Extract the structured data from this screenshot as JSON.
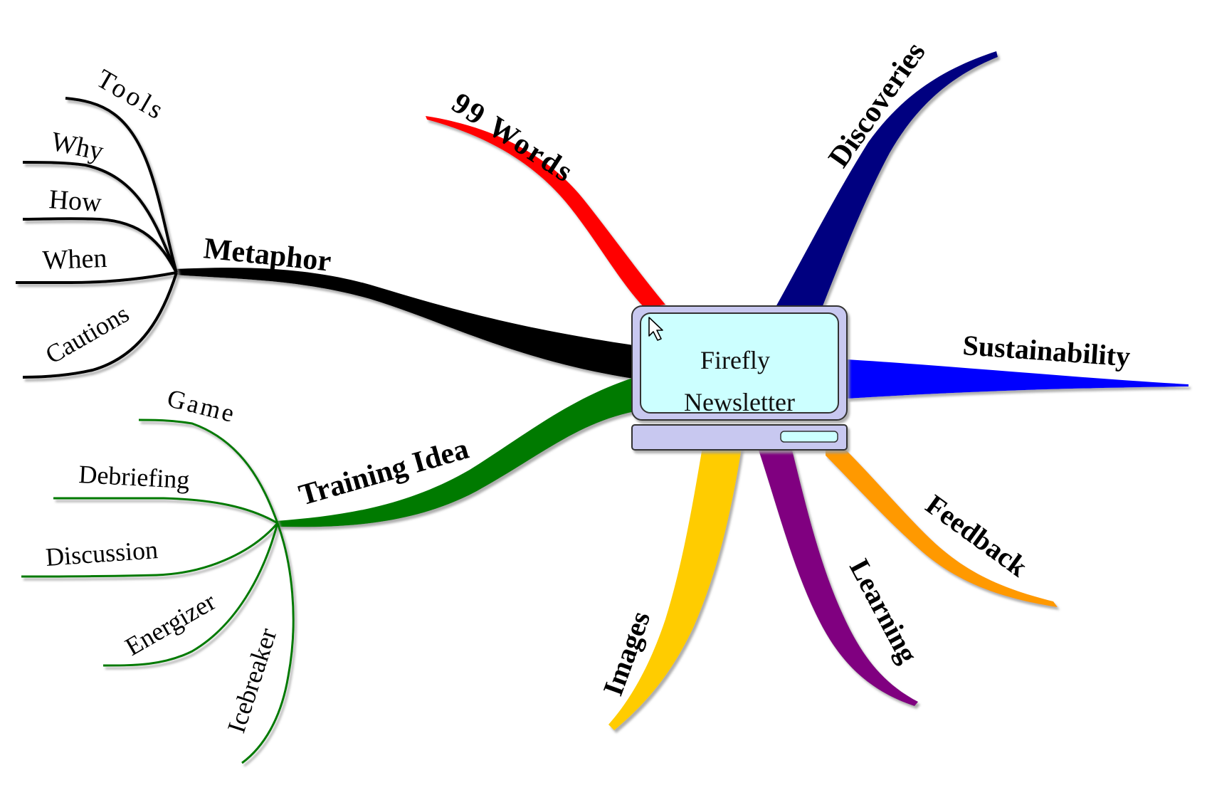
{
  "center": {
    "line1": "Firefly",
    "line2": "Newsletter",
    "icon": "laptop-icon",
    "cursor_icon": "mouse-cursor-icon"
  },
  "branches": {
    "metaphor": {
      "label": "Metaphor",
      "color": "#000000"
    },
    "training_idea": {
      "label": "Training Idea",
      "color": "#007a00"
    },
    "words99": {
      "label": "99 Words",
      "color": "#ff0000"
    },
    "discoveries": {
      "label": "Discoveries",
      "color": "#000080"
    },
    "sustainability": {
      "label": "Sustainability",
      "color": "#0000ff"
    },
    "feedback": {
      "label": "Feedback",
      "color": "#ff9900"
    },
    "learning": {
      "label": "Learning",
      "color": "#800080"
    },
    "images": {
      "label": "Images",
      "color": "#ffcc00"
    }
  },
  "metaphor_children": {
    "tools": "Tools",
    "why": "Why",
    "how": "How",
    "when": "When",
    "cautions": "Cautions"
  },
  "training_children": {
    "game": "Game",
    "debriefing": "Debriefing",
    "discussion": "Discussion",
    "energizer": "Energizer",
    "icebreaker": "Icebreaker"
  }
}
